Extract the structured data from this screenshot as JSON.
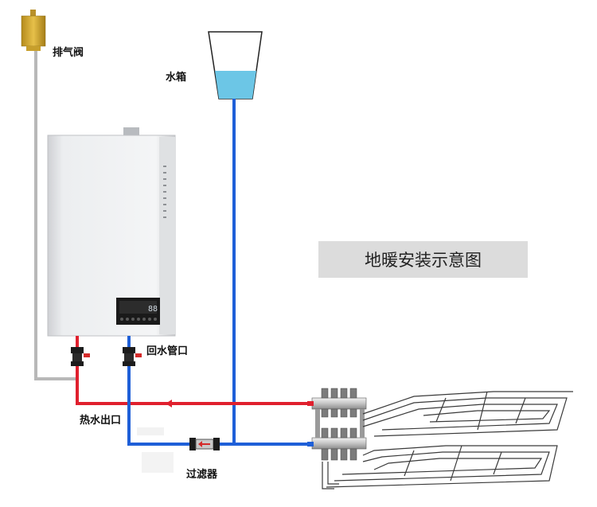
{
  "title": "地暖安装示意图",
  "labels": {
    "vent_valve": "排气阀",
    "water_tank": "水箱",
    "return_inlet": "回水管口",
    "hot_outlet": "热水出口",
    "filter": "过滤器"
  },
  "boiler_display": "88",
  "colors": {
    "hot_pipe": "#e0202e",
    "return_pipe": "#1e5fd8",
    "vent_pipe": "#b8b8b8",
    "valve_gold": "#d8ad2a",
    "tank_water": "#6cc6e6",
    "title_bg": "#dcdcdc"
  }
}
